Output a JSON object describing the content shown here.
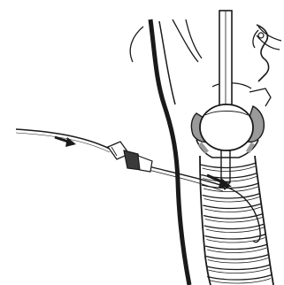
{
  "figure": {
    "style": "black line drawing, grey shaded cartilage",
    "components": [
      {
        "name": "endotracheal-tube"
      },
      {
        "name": "tube-cuff"
      },
      {
        "name": "trachea-rings"
      },
      {
        "name": "thyroid-cartilage"
      },
      {
        "name": "cricoid-cartilage"
      },
      {
        "name": "neck-skin-contour"
      },
      {
        "name": "guidewire-catheter"
      },
      {
        "name": "needle-hub"
      },
      {
        "name": "arrow-direction-of-insertion"
      },
      {
        "name": "arrow-puncture-point"
      }
    ],
    "colors": {
      "ink": "#1a1a1a",
      "cartilage_shade": "#9a9a9a",
      "background": "#ffffff"
    }
  }
}
